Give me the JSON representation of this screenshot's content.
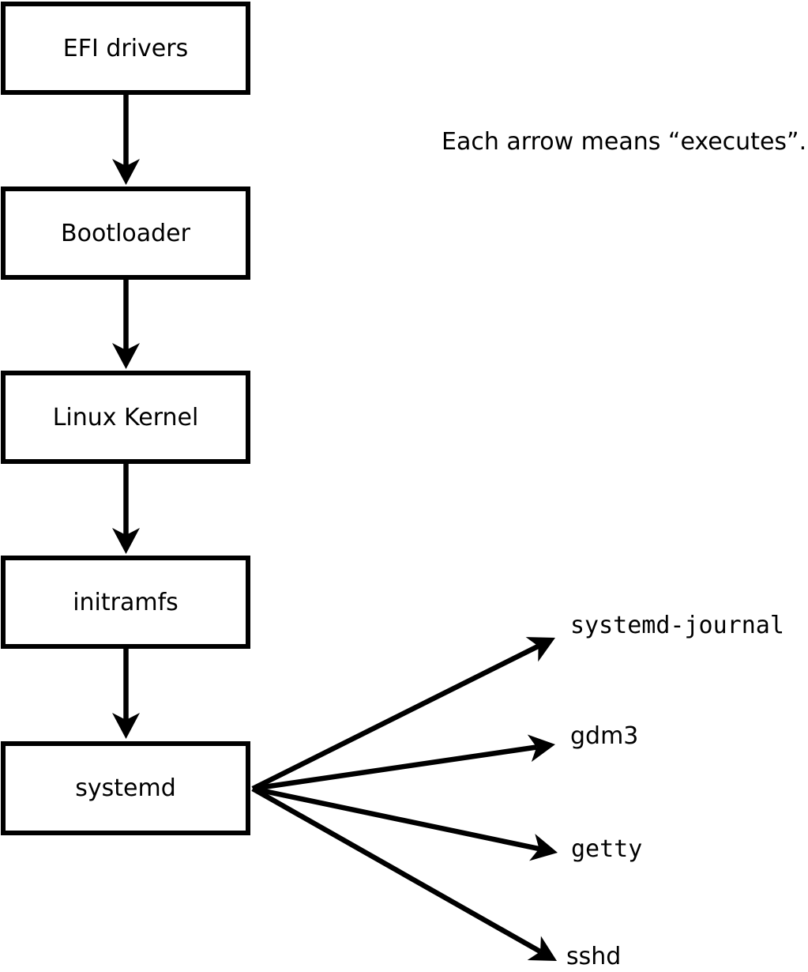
{
  "diagram": {
    "annotation": "Each arrow means “executes”.",
    "colors": {
      "line": "#000000",
      "background": "#ffffff",
      "node_fill": "#ffffff",
      "text": "#000000"
    },
    "chain": [
      {
        "label": "EFI drivers"
      },
      {
        "label": "Bootloader"
      },
      {
        "label": "Linux Kernel"
      },
      {
        "label": "initramfs"
      },
      {
        "label": "systemd"
      }
    ],
    "spawned": [
      {
        "label": "systemd-journal"
      },
      {
        "label": "gdm3"
      },
      {
        "label": "getty"
      },
      {
        "label": "sshd"
      }
    ]
  }
}
